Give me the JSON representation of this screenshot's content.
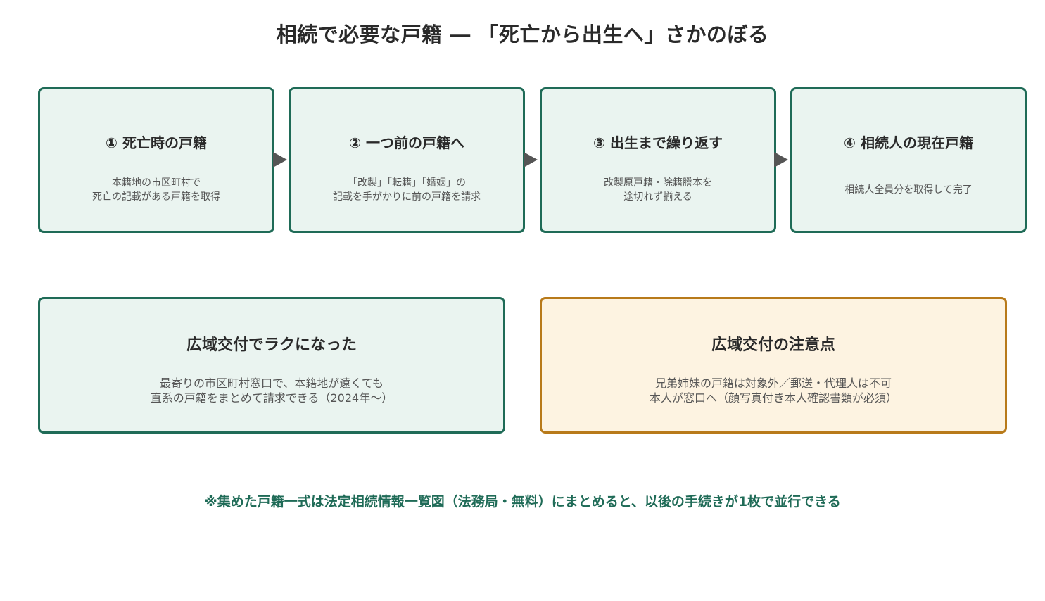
{
  "title": "相続で必要な戸籍 ― 「死亡から出生へ」さかのぼる",
  "steps": [
    {
      "title": "① 死亡時の戸籍",
      "desc": "本籍地の市区町村で\n死亡の記載がある戸籍を取得"
    },
    {
      "title": "② 一つ前の戸籍へ",
      "desc": "「改製」「転籍」「婚姻」の\n記載を手がかりに前の戸籍を請求"
    },
    {
      "title": "③ 出生まで繰り返す",
      "desc": "改製原戸籍・除籍謄本を\n途切れず揃える"
    },
    {
      "title": "④ 相続人の現在戸籍",
      "desc": "相続人全員分を取得して完了"
    }
  ],
  "info": [
    {
      "title": "広域交付でラクになった",
      "desc": "最寄りの市区町村窓口で、本籍地が遠くても\n直系の戸籍をまとめて請求できる（2024年〜）"
    },
    {
      "title": "広域交付の注意点",
      "desc": "兄弟姉妹の戸籍は対象外／郵送・代理人は不可\n本人が窓口へ（顔写真付き本人確認書類が必須）"
    }
  ],
  "note": "※集めた戸籍一式は法定相続情報一覧図（法務局・無料）にまとめると、以後の手続きが1枚で並行できる",
  "colors": {
    "green_border": "#1f6b57",
    "green_fill": "#eaf4f0",
    "orange_border": "#b87a1a",
    "orange_fill": "#fdf3e1",
    "arrow": "#555555"
  }
}
